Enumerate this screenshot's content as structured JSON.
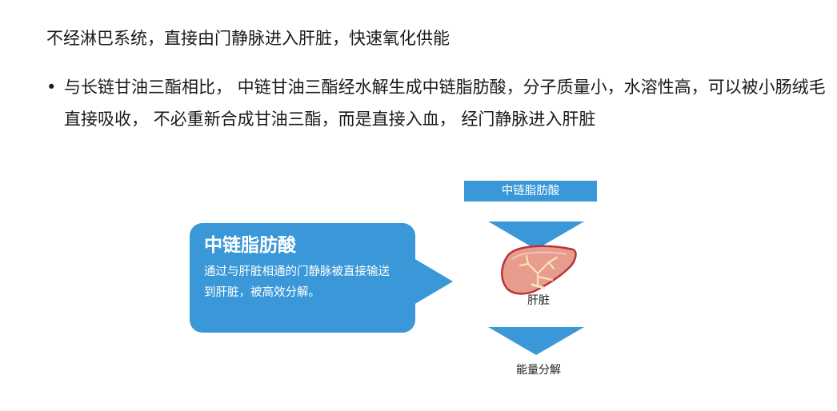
{
  "heading": "不经淋巴系统，直接由门静脉进入肝脏，快速氧化供能",
  "bullet": {
    "symbol": "•",
    "text": "与长链甘油三酯相比， 中链甘油三酯经水解生成中链脂肪酸，分子质量小，水溶性高，可以被小肠绒毛直接吸收， 不必重新合成甘油三酯，而是直接入血， 经门静脉进入肝脏"
  },
  "callout": {
    "title": "中链脂肪酸",
    "description": "通过与肝脏相通的门静脉被直接输送到肝脏，被高效分解。"
  },
  "flow": {
    "top_label": "中链脂肪酸",
    "liver_label": "肝脏",
    "result_label": "能量分解"
  },
  "colors": {
    "accent_blue": "#3a98d8",
    "liver_fill": "#e89c8e",
    "liver_outline": "#b8333a",
    "vessel": "#f3e6b0"
  },
  "icons": [
    "liver-icon",
    "down-arrow-icon",
    "callout-pointer"
  ]
}
